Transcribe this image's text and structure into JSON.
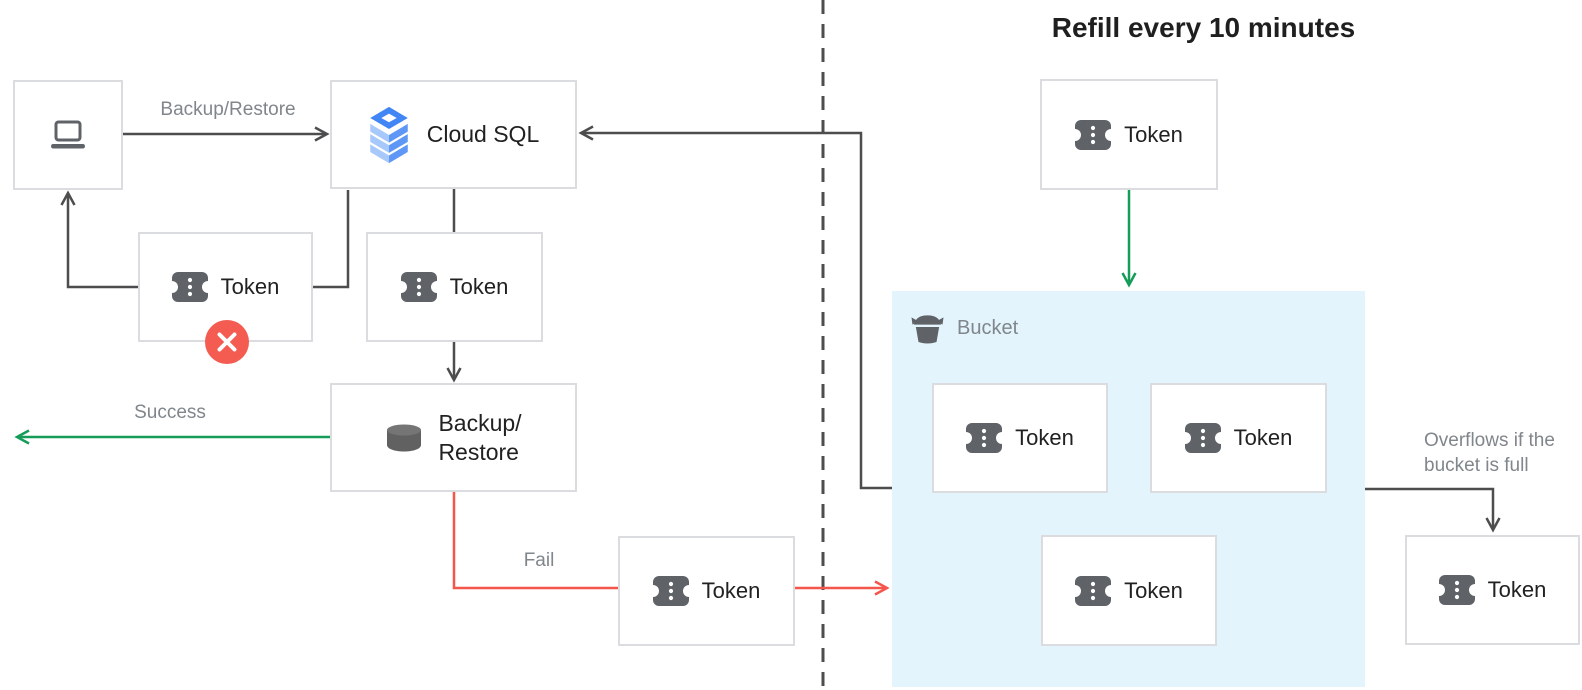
{
  "title": "Refill every 10 minutes",
  "labels": {
    "token": "Token",
    "cloud_sql": "Cloud SQL",
    "backup_line1": "Backup/",
    "backup_line2": "Restore",
    "bucket": "Bucket"
  },
  "edge_labels": {
    "backup_restore": "Backup/Restore",
    "success": "Success",
    "fail": "Fail",
    "overflow_line1": "Overflows if the",
    "overflow_line2": "bucket is full"
  },
  "colors": {
    "connector_gray": "#4D4D4D",
    "success_green": "#149C58",
    "fail_red": "#F4564C",
    "bucket_fill": "#E3F4FD",
    "box_border": "#DADCE0",
    "icon_gray": "#5F6368",
    "cloud_sql_blue": "#4285F4",
    "cloud_sql_blue_light": "#A6C8FA",
    "text_dark": "#212121",
    "label_gray": "#80868B"
  }
}
